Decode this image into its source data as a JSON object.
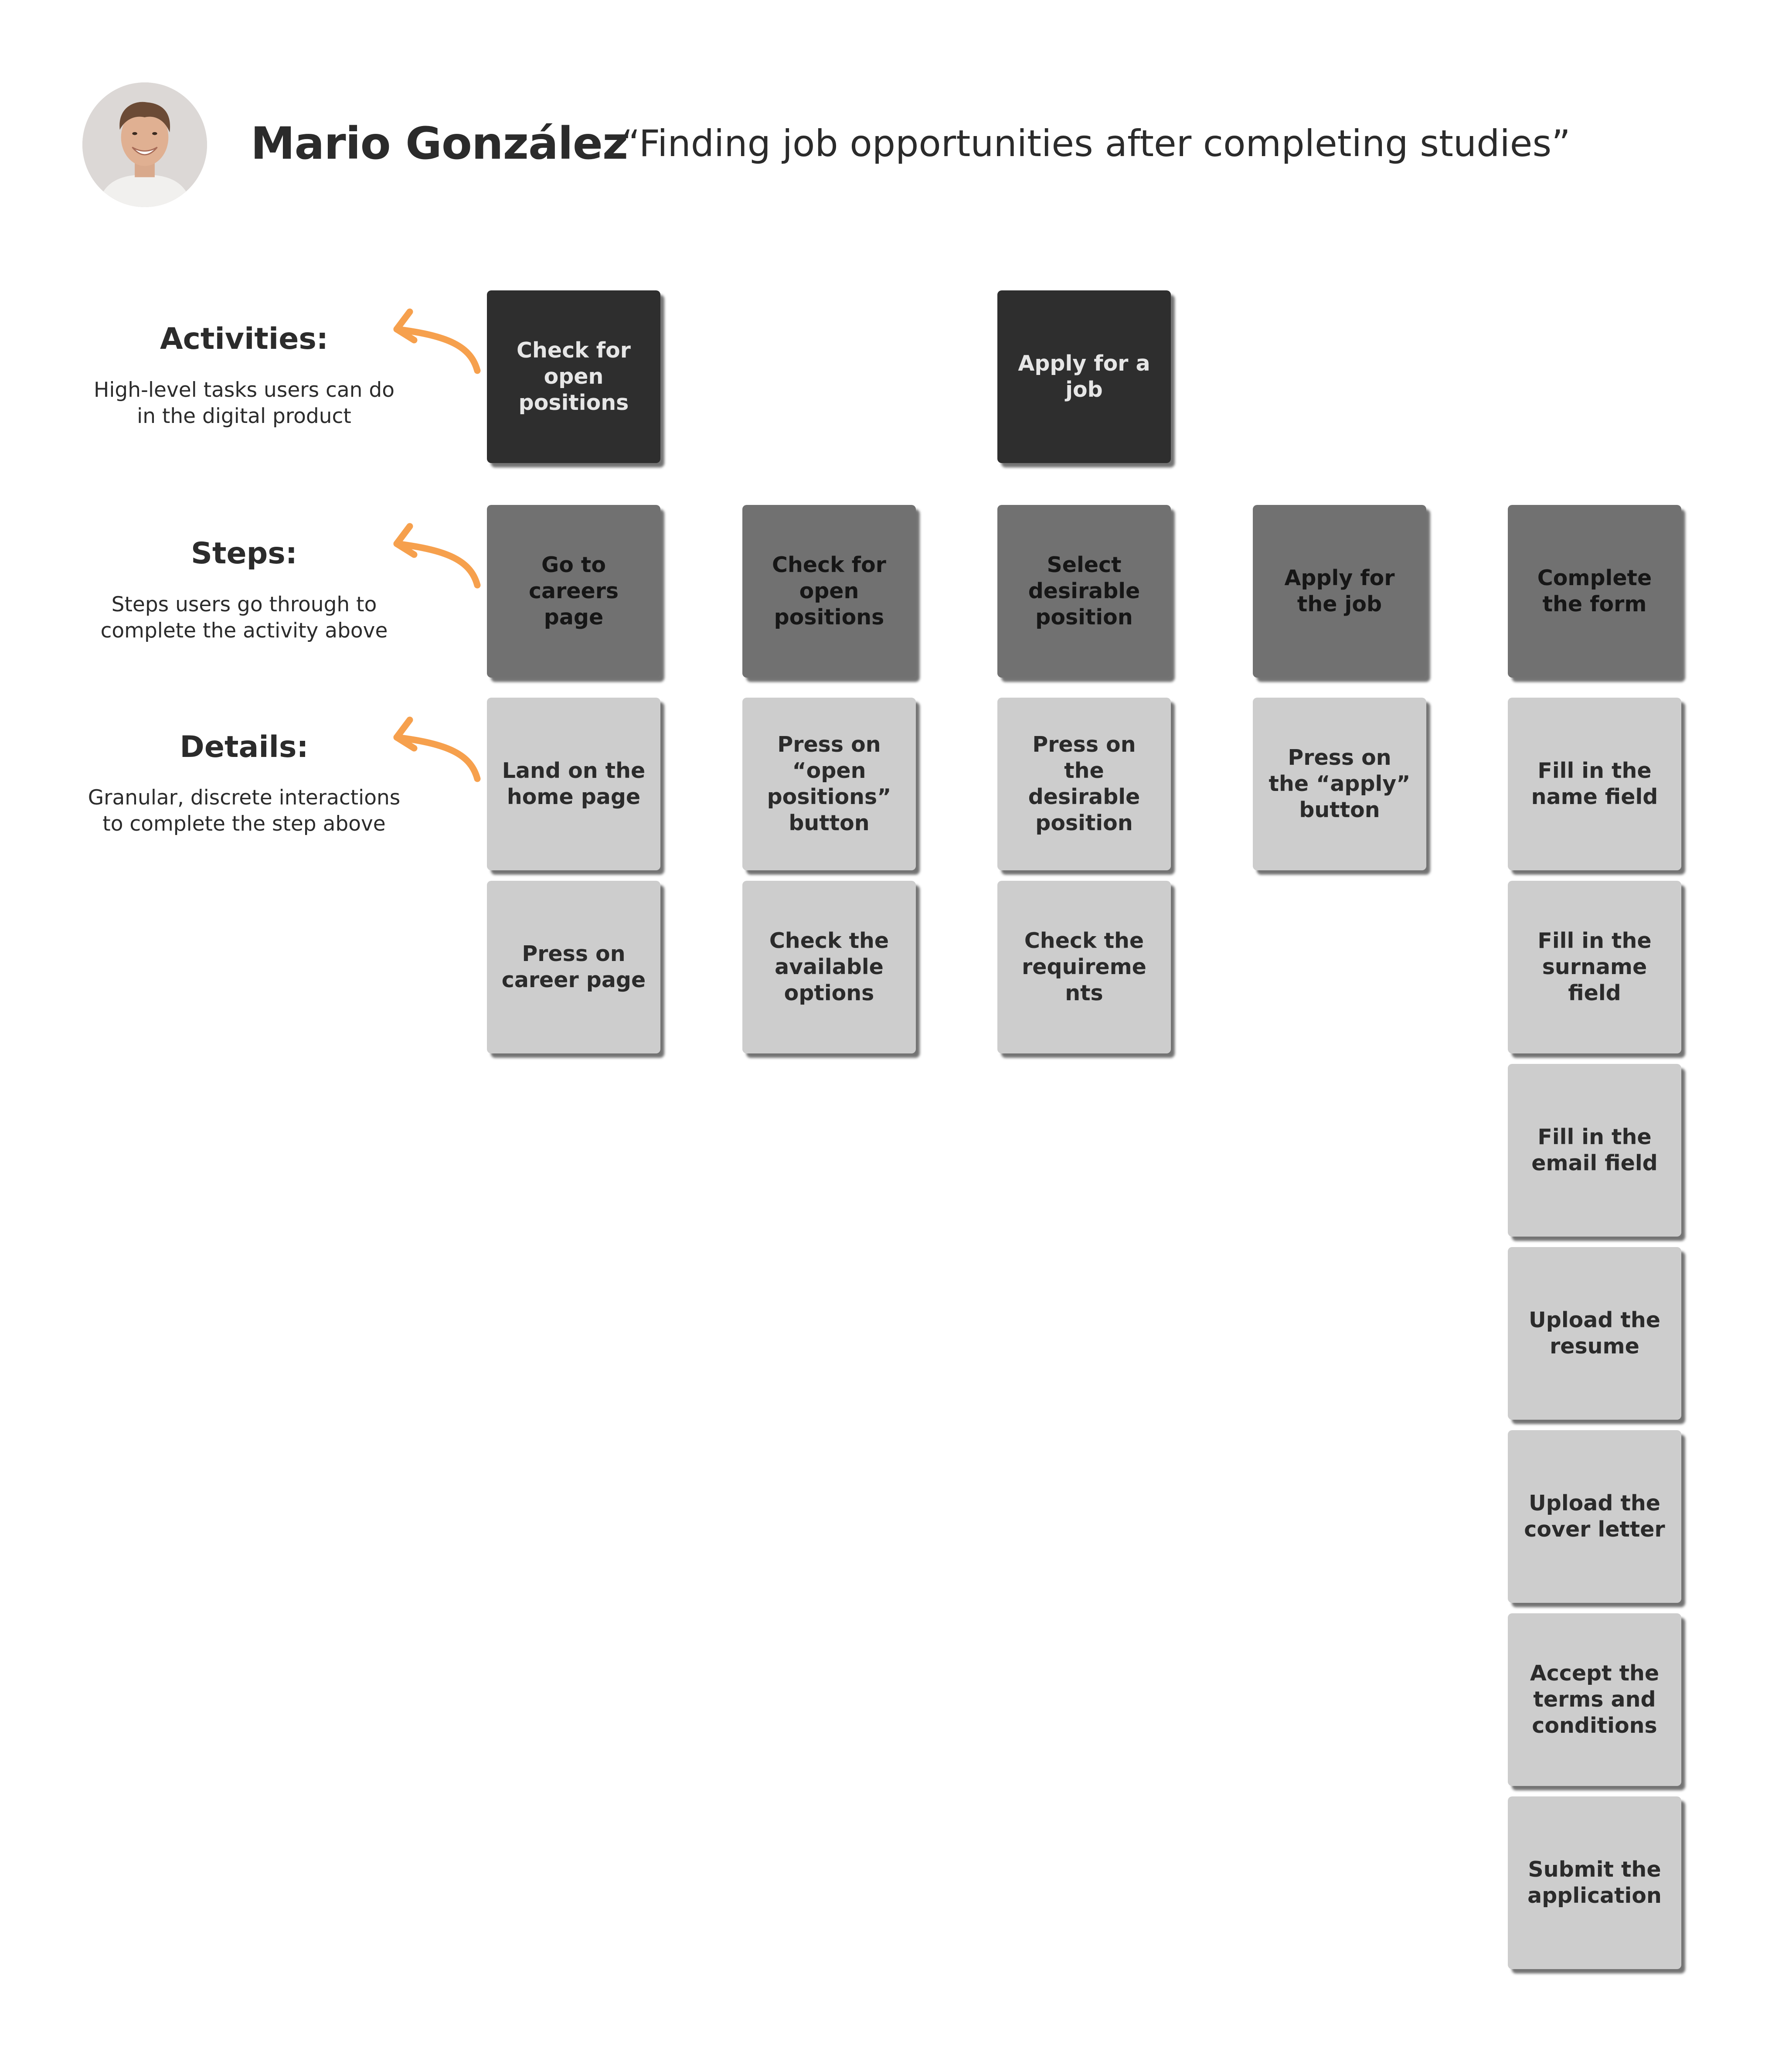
{
  "header": {
    "name": "Mario González",
    "quote": "“Finding job opportunities after completing studies”"
  },
  "legend": {
    "activities": {
      "title": "Activities:",
      "desc_line1": "High-level tasks users can do",
      "desc_line2": "in the digital product"
    },
    "steps": {
      "title": "Steps:",
      "desc_line1": "Steps users go through to",
      "desc_line2": "complete the activity above"
    },
    "details": {
      "title": "Details:",
      "desc_line1": "Granular, discrete interactions",
      "desc_line2": "to complete the step above"
    }
  },
  "colors": {
    "activity": "#2e2e2e",
    "step": "#717171",
    "detail": "#cdcdcd",
    "arrow": "#f6a04d"
  },
  "activities": [
    {
      "label": "Check for\nopen\npositions"
    },
    {
      "label": "Apply for a\njob"
    }
  ],
  "steps": [
    {
      "label": "Go to\ncareers\npage"
    },
    {
      "label": "Check for\nopen\npositions"
    },
    {
      "label": "Select\ndesirable\nposition"
    },
    {
      "label": "Apply for\nthe job"
    },
    {
      "label": "Complete\nthe form"
    }
  ],
  "details": [
    [
      {
        "label": "Land on the\nhome page"
      },
      {
        "label": "Press on\ncareer page"
      }
    ],
    [
      {
        "label": "Press on\n“open\npositions”\nbutton"
      },
      {
        "label": "Check the\navailable\noptions"
      }
    ],
    [
      {
        "label": "Press on\nthe\ndesirable\nposition"
      },
      {
        "label": "Check the\nrequireme\nnts"
      }
    ],
    [
      {
        "label": "Press on\nthe “apply”\nbutton"
      }
    ],
    [
      {
        "label": "Fill in the\nname field"
      },
      {
        "label": "Fill in the\nsurname\nfield"
      },
      {
        "label": "Fill in the\nemail field"
      },
      {
        "label": "Upload the\nresume"
      },
      {
        "label": "Upload the\ncover letter"
      },
      {
        "label": "Accept the\nterms and\nconditions"
      },
      {
        "label": "Submit the\napplication"
      }
    ]
  ]
}
